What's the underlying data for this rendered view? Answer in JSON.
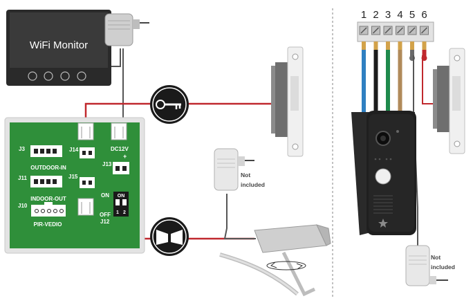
{
  "monitor": {
    "label": "WiFi Monitor"
  },
  "control_board": {
    "connectors": {
      "j3": "J3",
      "j11": "J11",
      "j10": "J10",
      "j14": "J14",
      "j15": "J15",
      "j13": "J13",
      "j12": "J12",
      "dc12v": "DC12V",
      "plus": "+"
    },
    "labels": {
      "outdoor_in": "OUTDOOR-IN",
      "indoor_out": "INDOOR-OUT",
      "pir_vedio": "PIR-VEDIO"
    },
    "dip_switch": {
      "on_label": "ON",
      "off_label": "OFF",
      "top_label": "ON",
      "pos1": "1",
      "pos2": "2"
    }
  },
  "power_adapter": {
    "note_line1": "Not",
    "note_line2": "included"
  },
  "door_station": {
    "terminal_numbers": [
      "1",
      "2",
      "3",
      "4",
      "5",
      "6"
    ],
    "wire_colors": [
      "#2f7fc1",
      "#1c1c1c",
      "#1f8a4c",
      "#b08a5a",
      "#6a6a6a",
      "#c0282d"
    ],
    "power_note_line1": "Not",
    "power_note_line2": "included"
  },
  "colors": {
    "board_green": "#2f8f3a",
    "board_frame": "#e3e3e3",
    "wire_red": "#c0282d",
    "wire_gray": "#555555",
    "monitor_body": "#2a2a2a",
    "icon_circle": "#1a1a1a"
  }
}
